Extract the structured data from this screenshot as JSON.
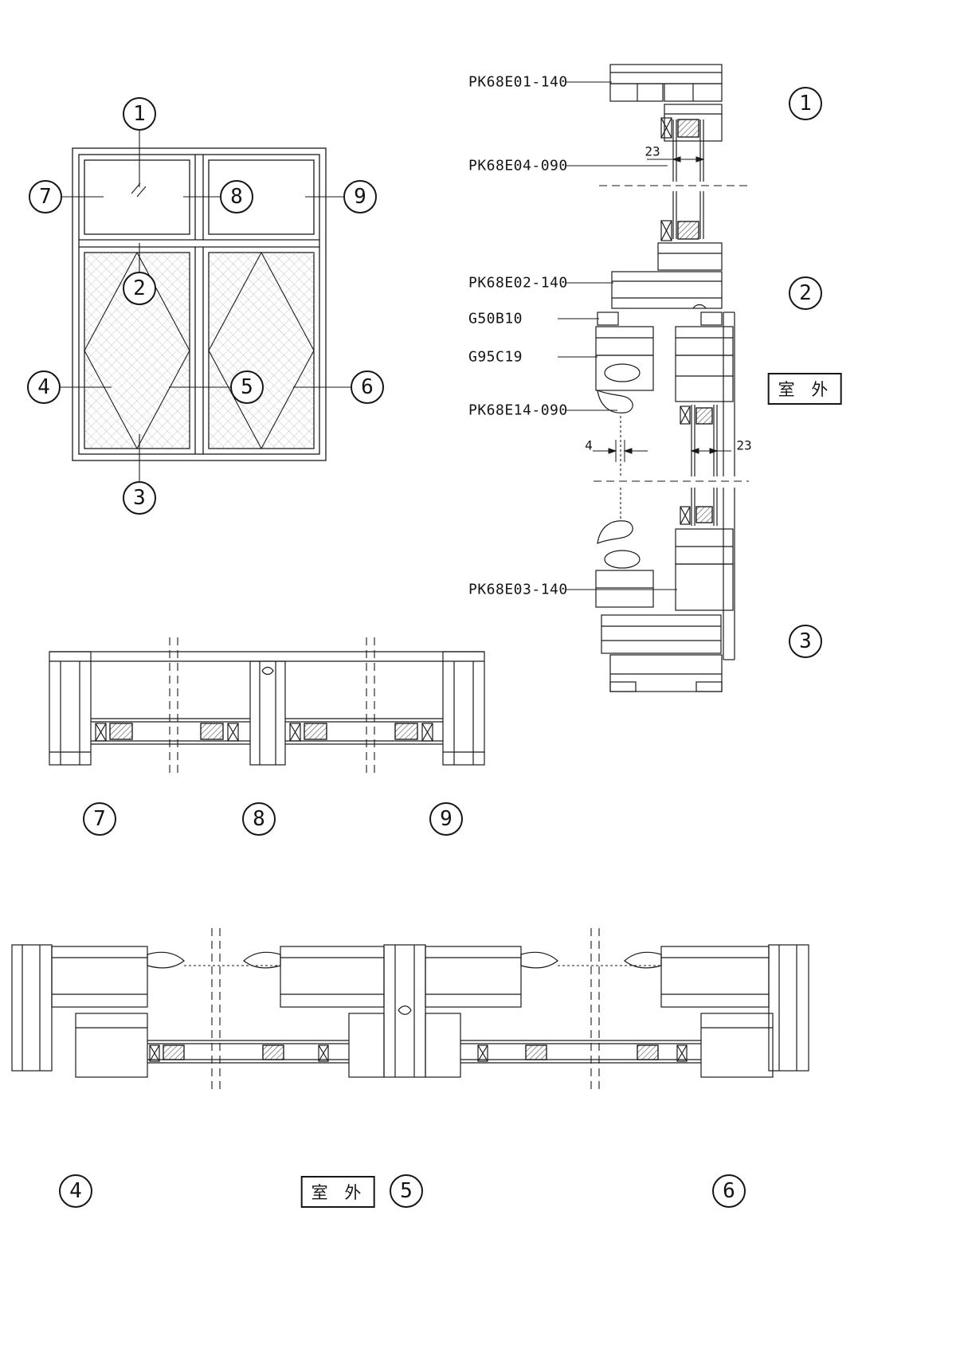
{
  "callouts": {
    "elev_1": "1",
    "elev_2": "2",
    "elev_3": "3",
    "elev_4": "4",
    "elev_5": "5",
    "elev_6": "6",
    "elev_7": "7",
    "elev_8": "8",
    "elev_9": "9",
    "sec_1": "1",
    "sec_2": "2",
    "sec_3": "3",
    "plan_7": "7",
    "plan_8": "8",
    "plan_9": "9",
    "plan_4": "4",
    "plan_5": "5",
    "plan_6": "6"
  },
  "part_labels": {
    "pk68e01": "PK68E01-140",
    "pk68e04": "PK68E04-090",
    "pk68e02": "PK68E02-140",
    "g50b10": "G50B10",
    "g95c19": "G95C19",
    "pk68e14": "PK68E14-090",
    "pk68e03": "PK68E03-140"
  },
  "dimensions": {
    "glass_top": "23",
    "gap": "4",
    "glass_mid": "23"
  },
  "labels": {
    "outdoor_right": "室 外",
    "outdoor_bottom": "室 外"
  }
}
